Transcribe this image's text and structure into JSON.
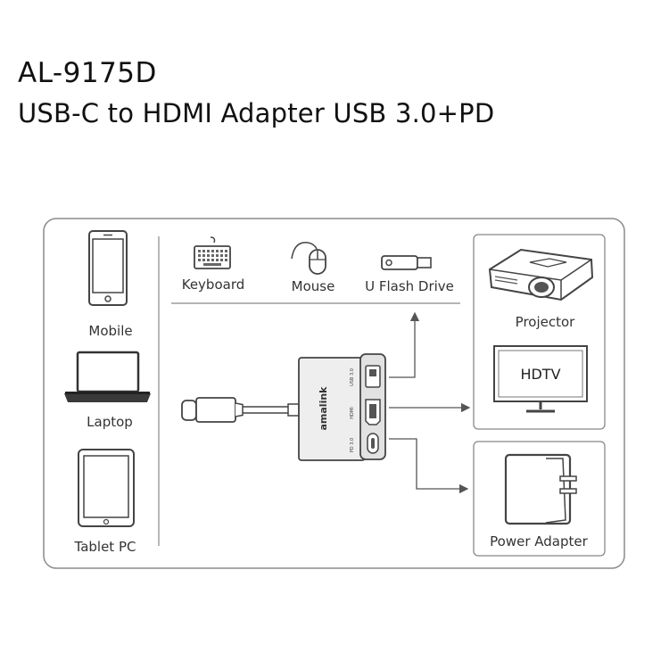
{
  "header": {
    "model": "AL-9175D",
    "subtitle": "USB-C to HDMI Adapter USB 3.0+PD"
  },
  "devices": {
    "mobile": "Mobile",
    "laptop": "Laptop",
    "tablet": "Tablet PC"
  },
  "peripherals": {
    "keyboard": "Keyboard",
    "mouse": "Mouse",
    "flash": "U Flash Drive"
  },
  "adapter": {
    "brand": "amalink",
    "port_usb": "USB 3.0",
    "port_hdmi": "HDMI",
    "port_pd": "PD 3.0"
  },
  "outputs": {
    "projector": "Projector",
    "hdtv": "HDTV",
    "power": "Power Adapter"
  },
  "colors": {
    "stroke": "#555555",
    "panel_border": "#8a8a8a",
    "adapter_fill": "#eeeeee"
  }
}
